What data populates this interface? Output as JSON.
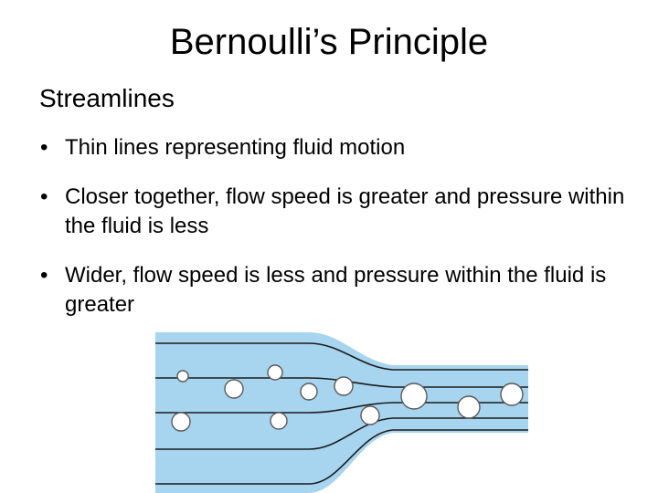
{
  "slide": {
    "title": "Bernoulli’s Principle",
    "subheading": "Streamlines",
    "bullets": [
      "Thin lines representing fluid motion",
      "Closer together, flow speed is greater and pressure within the fluid is less",
      "Wider, flow speed is less and pressure within the fluid is greater"
    ]
  },
  "diagram": {
    "fluid_color": "#a7d4ef",
    "streamline_color": "#1c1c1c",
    "particle_fill": "#ffffff",
    "particle_stroke": "#5a5a5a"
  }
}
